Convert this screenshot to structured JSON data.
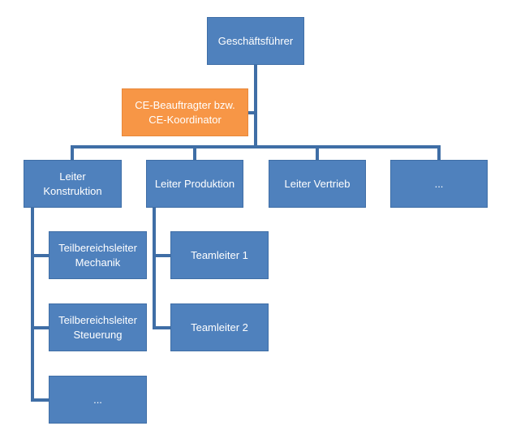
{
  "colors": {
    "box_blue": "#4f81bd",
    "box_orange": "#f79646",
    "connector": "#3f6ea6",
    "text": "#ffffff"
  },
  "org_chart": {
    "ceo": "Geschäftsführer",
    "staff_position": "CE-Beauftragter bzw.\nCE-Koordinator",
    "heads": [
      "Leiter\nKonstruktion",
      "Leiter Produktion",
      "Leiter Vertrieb",
      "..."
    ],
    "konstruktion_subunits": [
      "Teilbereichsleiter\nMechanik",
      "Teilbereichsleiter\nSteuerung",
      "..."
    ],
    "produktion_subunits": [
      "Teamleiter 1",
      "Teamleiter 2"
    ]
  }
}
